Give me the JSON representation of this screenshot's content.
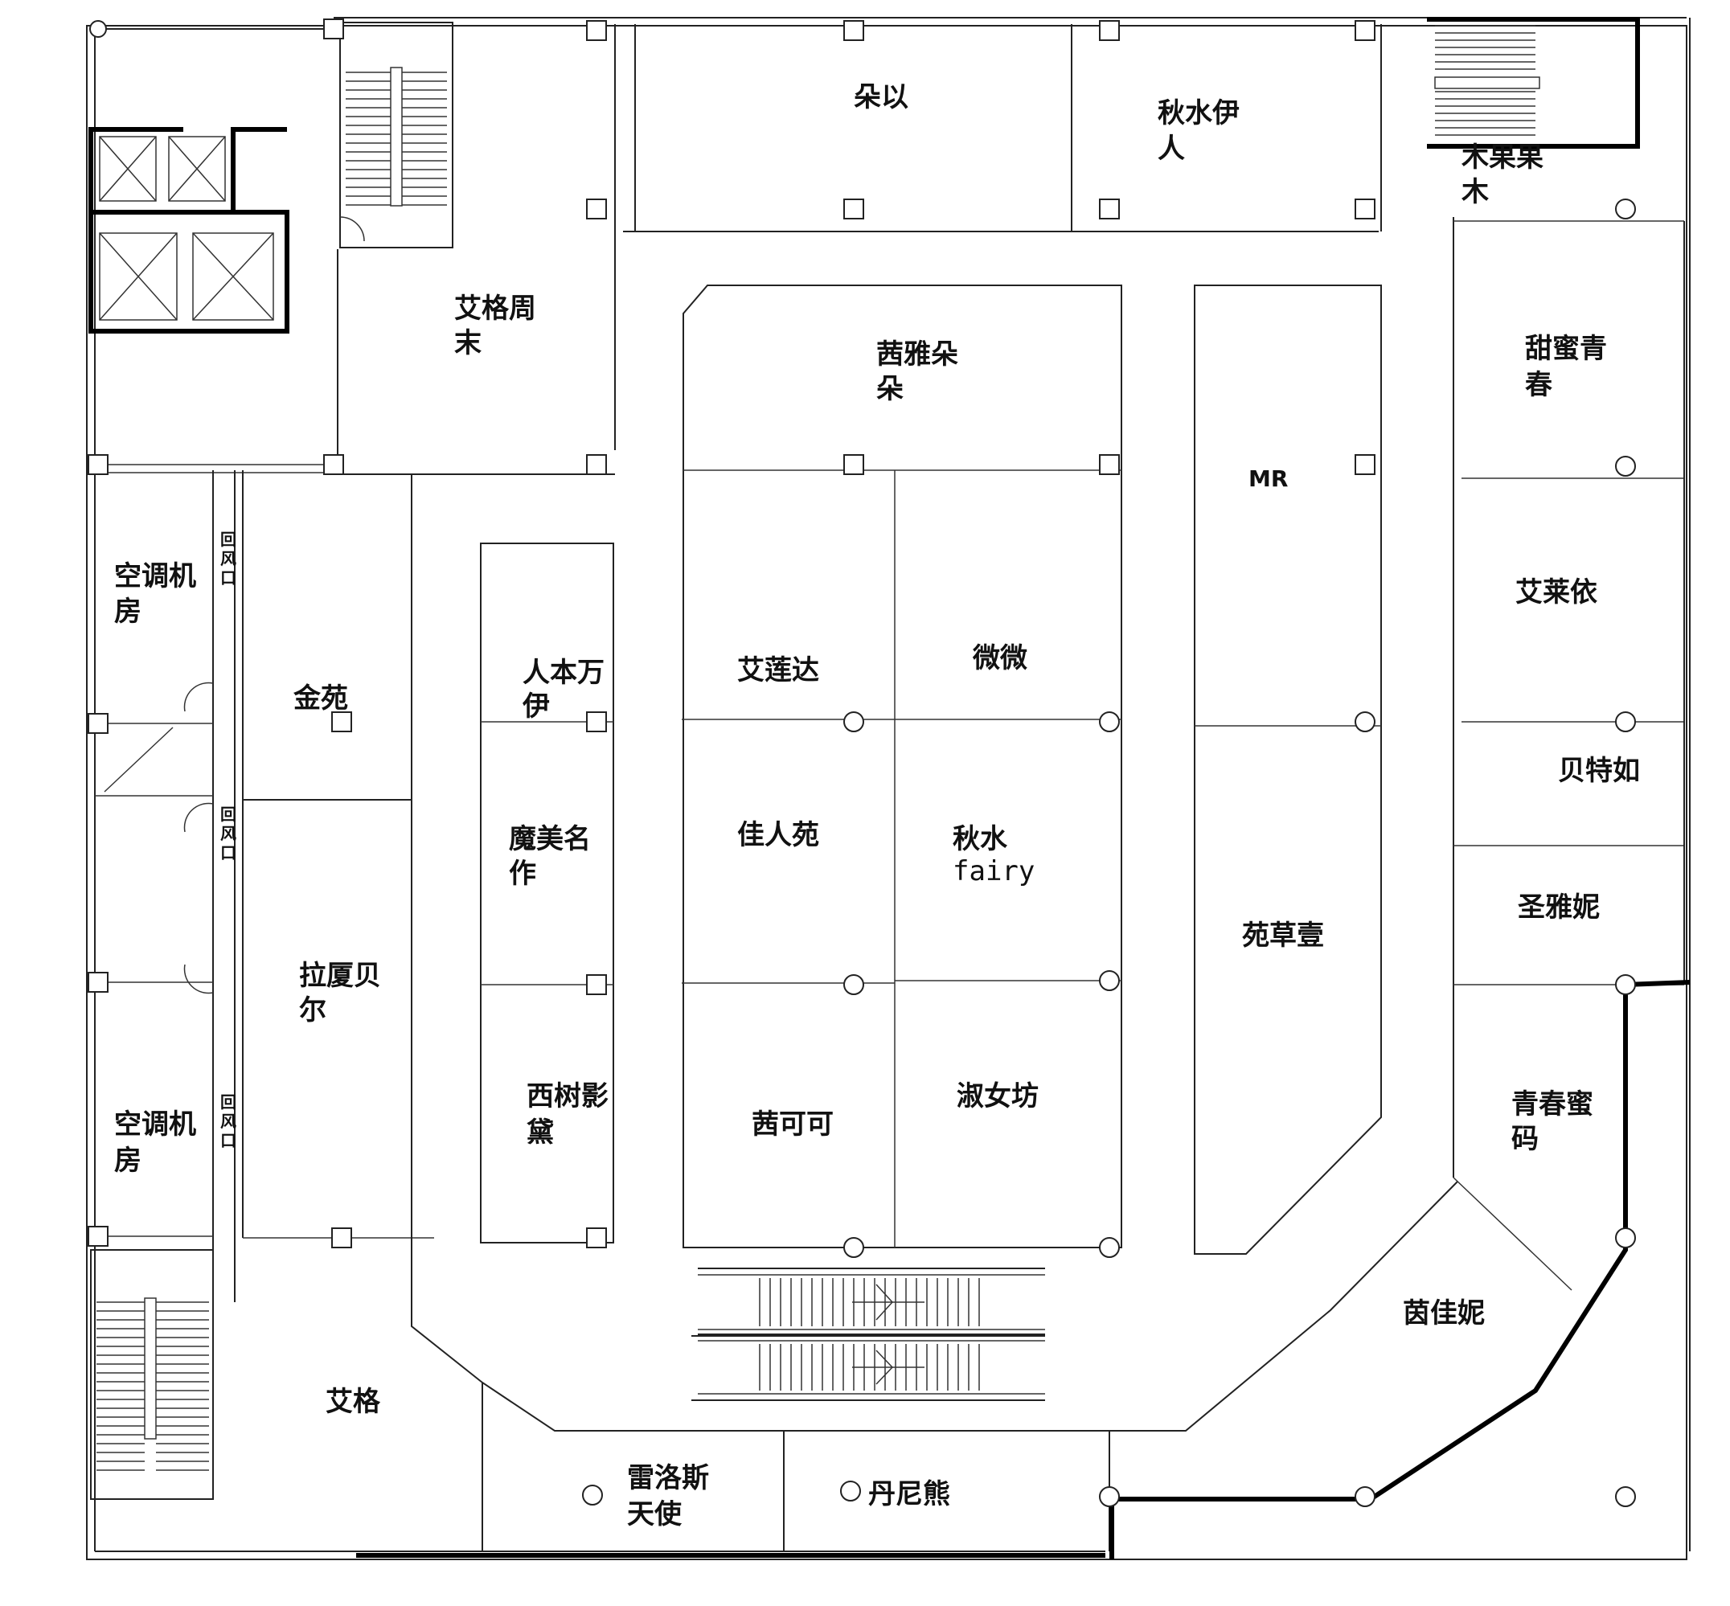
{
  "shops": {
    "duo_yi": "朵以",
    "qiu_shui_yi_ren": [
      "秋水伊",
      "人"
    ],
    "mu_guo_guo_mu": [
      "木果果",
      "木"
    ],
    "ai_ge_zhou_mo": [
      "艾格周",
      "末"
    ],
    "qian_ya_duo_duo": [
      "茜雅朵",
      "朵"
    ],
    "mr": "MR",
    "tian_mi_qing_chun": [
      "甜蜜青",
      "春"
    ],
    "ai_lai_yi": "艾莱依",
    "bei_te_ru": "贝特如",
    "sheng_ya_ni": "圣雅妮",
    "qing_chun_mi_ma": [
      "青春蜜",
      "码"
    ],
    "yin_jia_ni": "茵佳妮",
    "jin_yuan": "金苑",
    "la_xia_bei_er": [
      "拉厦贝",
      "尔"
    ],
    "ren_ben_wan_yi": [
      "人本万",
      "伊"
    ],
    "mo_mei_ming_zuo": [
      "魔美名",
      "作"
    ],
    "xi_shu_ying_dai": [
      "西树影",
      "黛"
    ],
    "ai_lian_da": "艾莲达",
    "wei_wei": "微微",
    "jia_ren_yuan": "佳人苑",
    "qiu_shui_fairy": [
      "秋水",
      "fairy"
    ],
    "qian_ke_ke": "茜可可",
    "shu_nv_fang": "淑女坊",
    "yuan_cao_yi": "苑草壹",
    "ai_ge": "艾格",
    "lei_luo_si_tian_shi": [
      "雷洛斯",
      "天使"
    ],
    "dan_ni_xiong": "丹尼熊"
  },
  "rooms": {
    "ac_room_1": [
      "空调机",
      "房"
    ],
    "ac_room_2": [
      "空调机",
      "房"
    ]
  },
  "vents": {
    "vent_1": [
      "回",
      "风",
      "口"
    ],
    "vent_2": [
      "回",
      "风",
      "口"
    ],
    "vent_3": [
      "回",
      "风",
      "口"
    ]
  }
}
